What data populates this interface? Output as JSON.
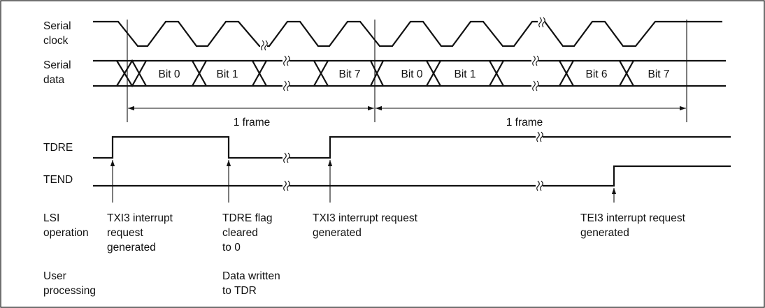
{
  "signals": {
    "serial_clock": [
      "Serial",
      "clock"
    ],
    "serial_data": [
      "Serial",
      "data"
    ],
    "tdre": "TDRE",
    "tend": "TEND"
  },
  "bits": [
    "Bit 0",
    "Bit 1",
    "Bit 7",
    "Bit 0",
    "Bit 1",
    "Bit 6",
    "Bit 7"
  ],
  "frames": [
    "1 frame",
    "1 frame"
  ],
  "rows": {
    "lsi_operation": [
      "LSI",
      "operation"
    ],
    "user_processing": [
      "User",
      "processing"
    ]
  },
  "events": {
    "txi3_first": [
      "TXI3 interrupt",
      "request",
      "generated"
    ],
    "tdre_cleared": [
      "TDRE flag",
      "cleared",
      "to 0"
    ],
    "txi3_second": [
      "TXI3 interrupt request",
      "generated"
    ],
    "tei3": [
      "TEI3 interrupt request",
      "generated"
    ],
    "data_written": [
      "Data written",
      "to TDR"
    ]
  }
}
